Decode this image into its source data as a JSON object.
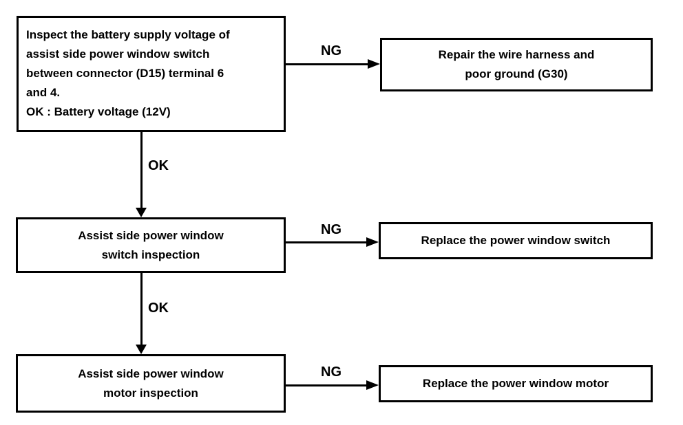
{
  "flowchart": {
    "step1": {
      "lines": [
        "Inspect the battery supply voltage of",
        "assist side power window switch",
        "between connector (D15) terminal 6",
        "and 4.",
        "OK : Battery voltage (12V)"
      ]
    },
    "step2": {
      "lines": [
        "Assist side power window",
        "switch inspection"
      ]
    },
    "step3": {
      "lines": [
        "Assist side power window",
        "motor inspection"
      ]
    },
    "result1": {
      "lines": [
        "Repair the wire harness and",
        "poor ground (G30)"
      ]
    },
    "result2": {
      "lines": [
        "Replace the power window switch"
      ]
    },
    "result3": {
      "lines": [
        "Replace the power window motor"
      ]
    },
    "connectors": {
      "ng1": "NG",
      "ng2": "NG",
      "ng3": "NG",
      "ok1": "OK",
      "ok2": "OK"
    },
    "colors": {
      "line": "#000000",
      "box_border": "#000000",
      "background": "#ffffff"
    }
  }
}
